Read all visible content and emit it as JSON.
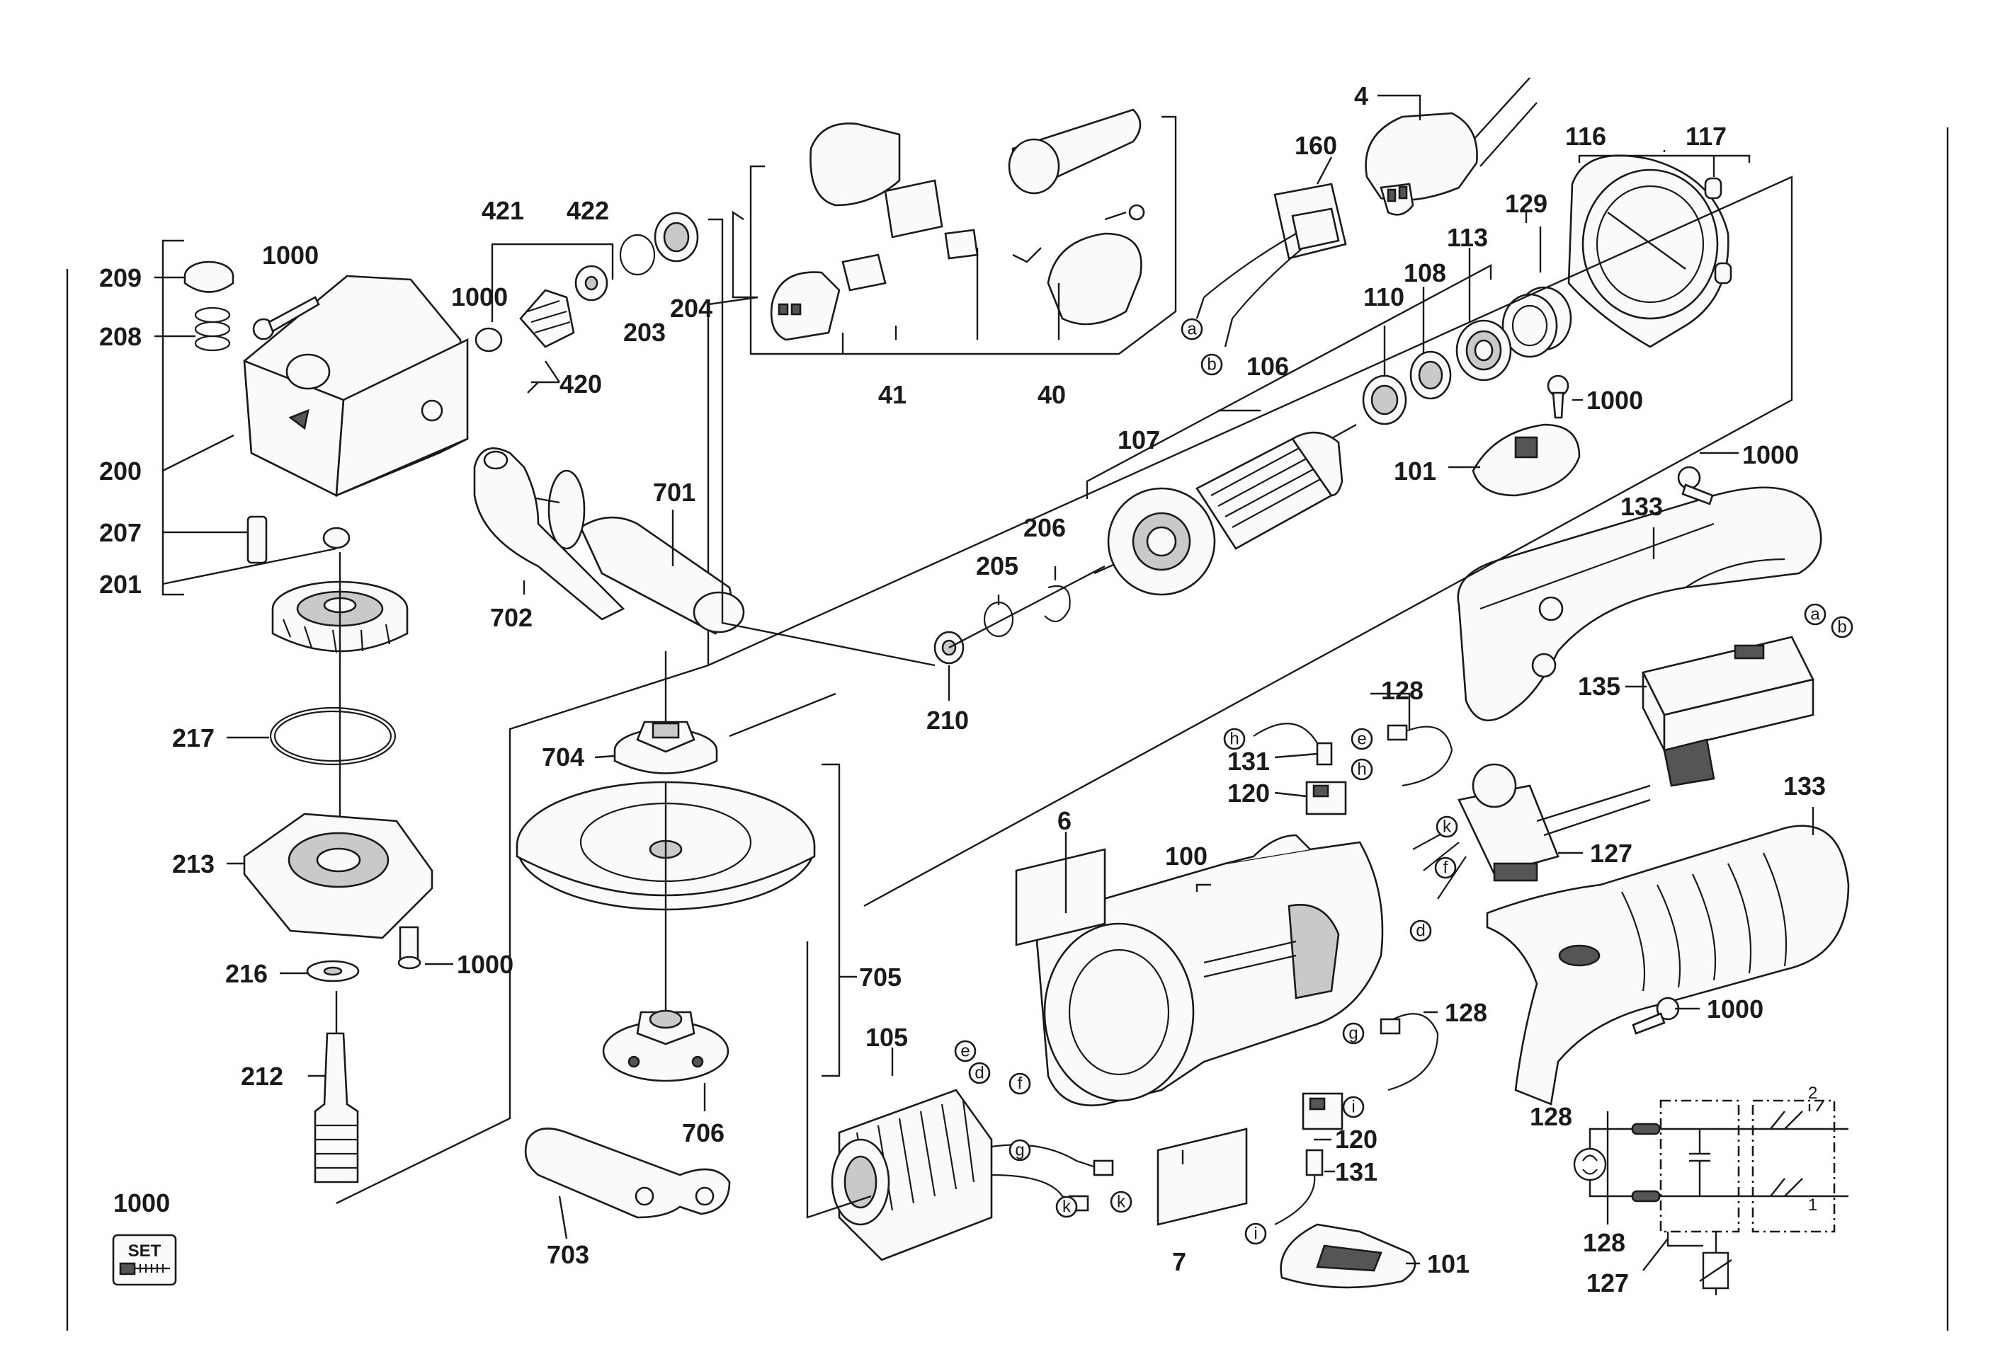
{
  "labels": {
    "l4": "4",
    "l160": "160",
    "l116": "116",
    "l117": "117",
    "l129": "129",
    "l113": "113",
    "l108": "108",
    "l110": "110",
    "l106": "106",
    "l107": "107",
    "l1000_101": "1000",
    "l101_top": "101",
    "l1000_133": "1000",
    "l133_top": "133",
    "l41": "41",
    "l40": "40",
    "l421": "421",
    "l422": "422",
    "l1000_pinion": "1000",
    "l203": "203",
    "l204": "204",
    "l420": "420",
    "l209": "209",
    "l1000_cover": "1000",
    "l208": "208",
    "l200": "200",
    "l207": "207",
    "l201": "201",
    "l701": "701",
    "l702": "702",
    "l217": "217",
    "l213": "213",
    "l216": "216",
    "l1000_213": "1000",
    "l212": "212",
    "l206": "206",
    "l205": "205",
    "l210": "210",
    "l704": "704",
    "l705": "705",
    "l706": "706",
    "l703": "703",
    "l6": "6",
    "l100": "100",
    "l105": "105",
    "l7": "7",
    "l128_top": "128",
    "l131_top": "131",
    "l120_top": "120",
    "l127": "127",
    "l135": "135",
    "l133_grip": "133",
    "l1000_grip": "1000",
    "l128_mid": "128",
    "l120_bot": "120",
    "l131_bot": "131",
    "l101_bot": "101",
    "l128_c1": "128",
    "l128_c2": "128",
    "l127_c": "127",
    "l1000_set": "1000",
    "set_box": "SET"
  },
  "connectors": {
    "a1": "a",
    "b1": "b",
    "a2": "a",
    "b2": "b",
    "h1": "h",
    "e1": "e",
    "h2": "h",
    "k1": "k",
    "f1": "f",
    "d1": "d",
    "e2": "e",
    "d2": "d",
    "f2": "f",
    "g1": "g",
    "k2": "k",
    "k3": "k",
    "g2": "g",
    "i1": "i",
    "i2": "i"
  },
  "circuit": {
    "switch_pos_2": "2",
    "switch_pos_1": "1"
  }
}
